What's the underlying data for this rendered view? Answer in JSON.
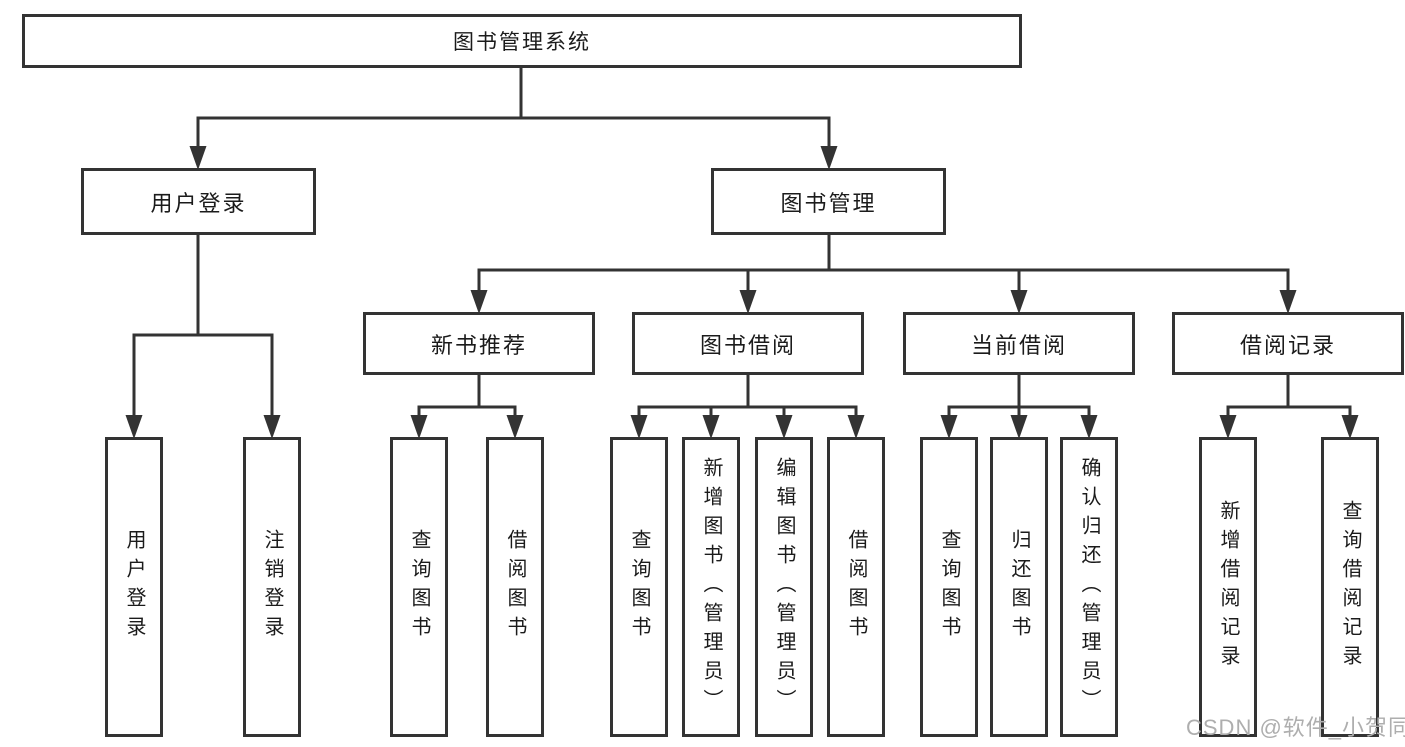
{
  "diagram": {
    "root": {
      "label": "图书管理系统"
    },
    "user_login": {
      "label": "用户登录",
      "children": [
        "用户登录",
        "注销登录"
      ]
    },
    "book_mgmt": {
      "label": "图书管理",
      "sections": [
        {
          "label": "新书推荐",
          "children": [
            "查询图书",
            "借阅图书"
          ]
        },
        {
          "label": "图书借阅",
          "children": [
            "查询图书",
            "新增图书（管理员）",
            "编辑图书（管理员）",
            "借阅图书"
          ]
        },
        {
          "label": "当前借阅",
          "children": [
            "查询图书",
            "归还图书",
            "确认归还（管理员）"
          ]
        },
        {
          "label": "借阅记录",
          "children": [
            "新增借阅记录",
            "查询借阅记录"
          ]
        }
      ]
    },
    "colors": {
      "line": "#333333",
      "text": "#1b1b1b",
      "background": "#ffffff",
      "watermark_color": "#aeaeae"
    },
    "watermark": "CSDN @软件_小贺同学"
  }
}
